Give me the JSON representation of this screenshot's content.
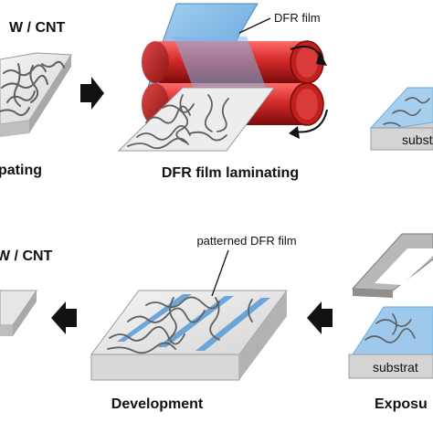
{
  "labels": {
    "top_material": "W / CNT",
    "bottom_material": "W / CNT",
    "dfr_film": "DFR film",
    "patterned_dfr_film": "patterned DFR film",
    "substrate_top": "subst",
    "substrate_bottom": "substrat"
  },
  "steps": {
    "coating": "pating",
    "laminating": "DFR film laminating",
    "development": "Development",
    "exposure": "Exposu"
  },
  "colors": {
    "roller_red": "#d42a2a",
    "film_blue": "#6aaee0",
    "substrate_gray": "#cfcfcf",
    "cnt_gray": "#5f5f5f",
    "arrow_black": "#111111"
  },
  "icons": [
    "right-arrow-icon",
    "left-arrow-icon",
    "rotation-arrow-icon"
  ]
}
